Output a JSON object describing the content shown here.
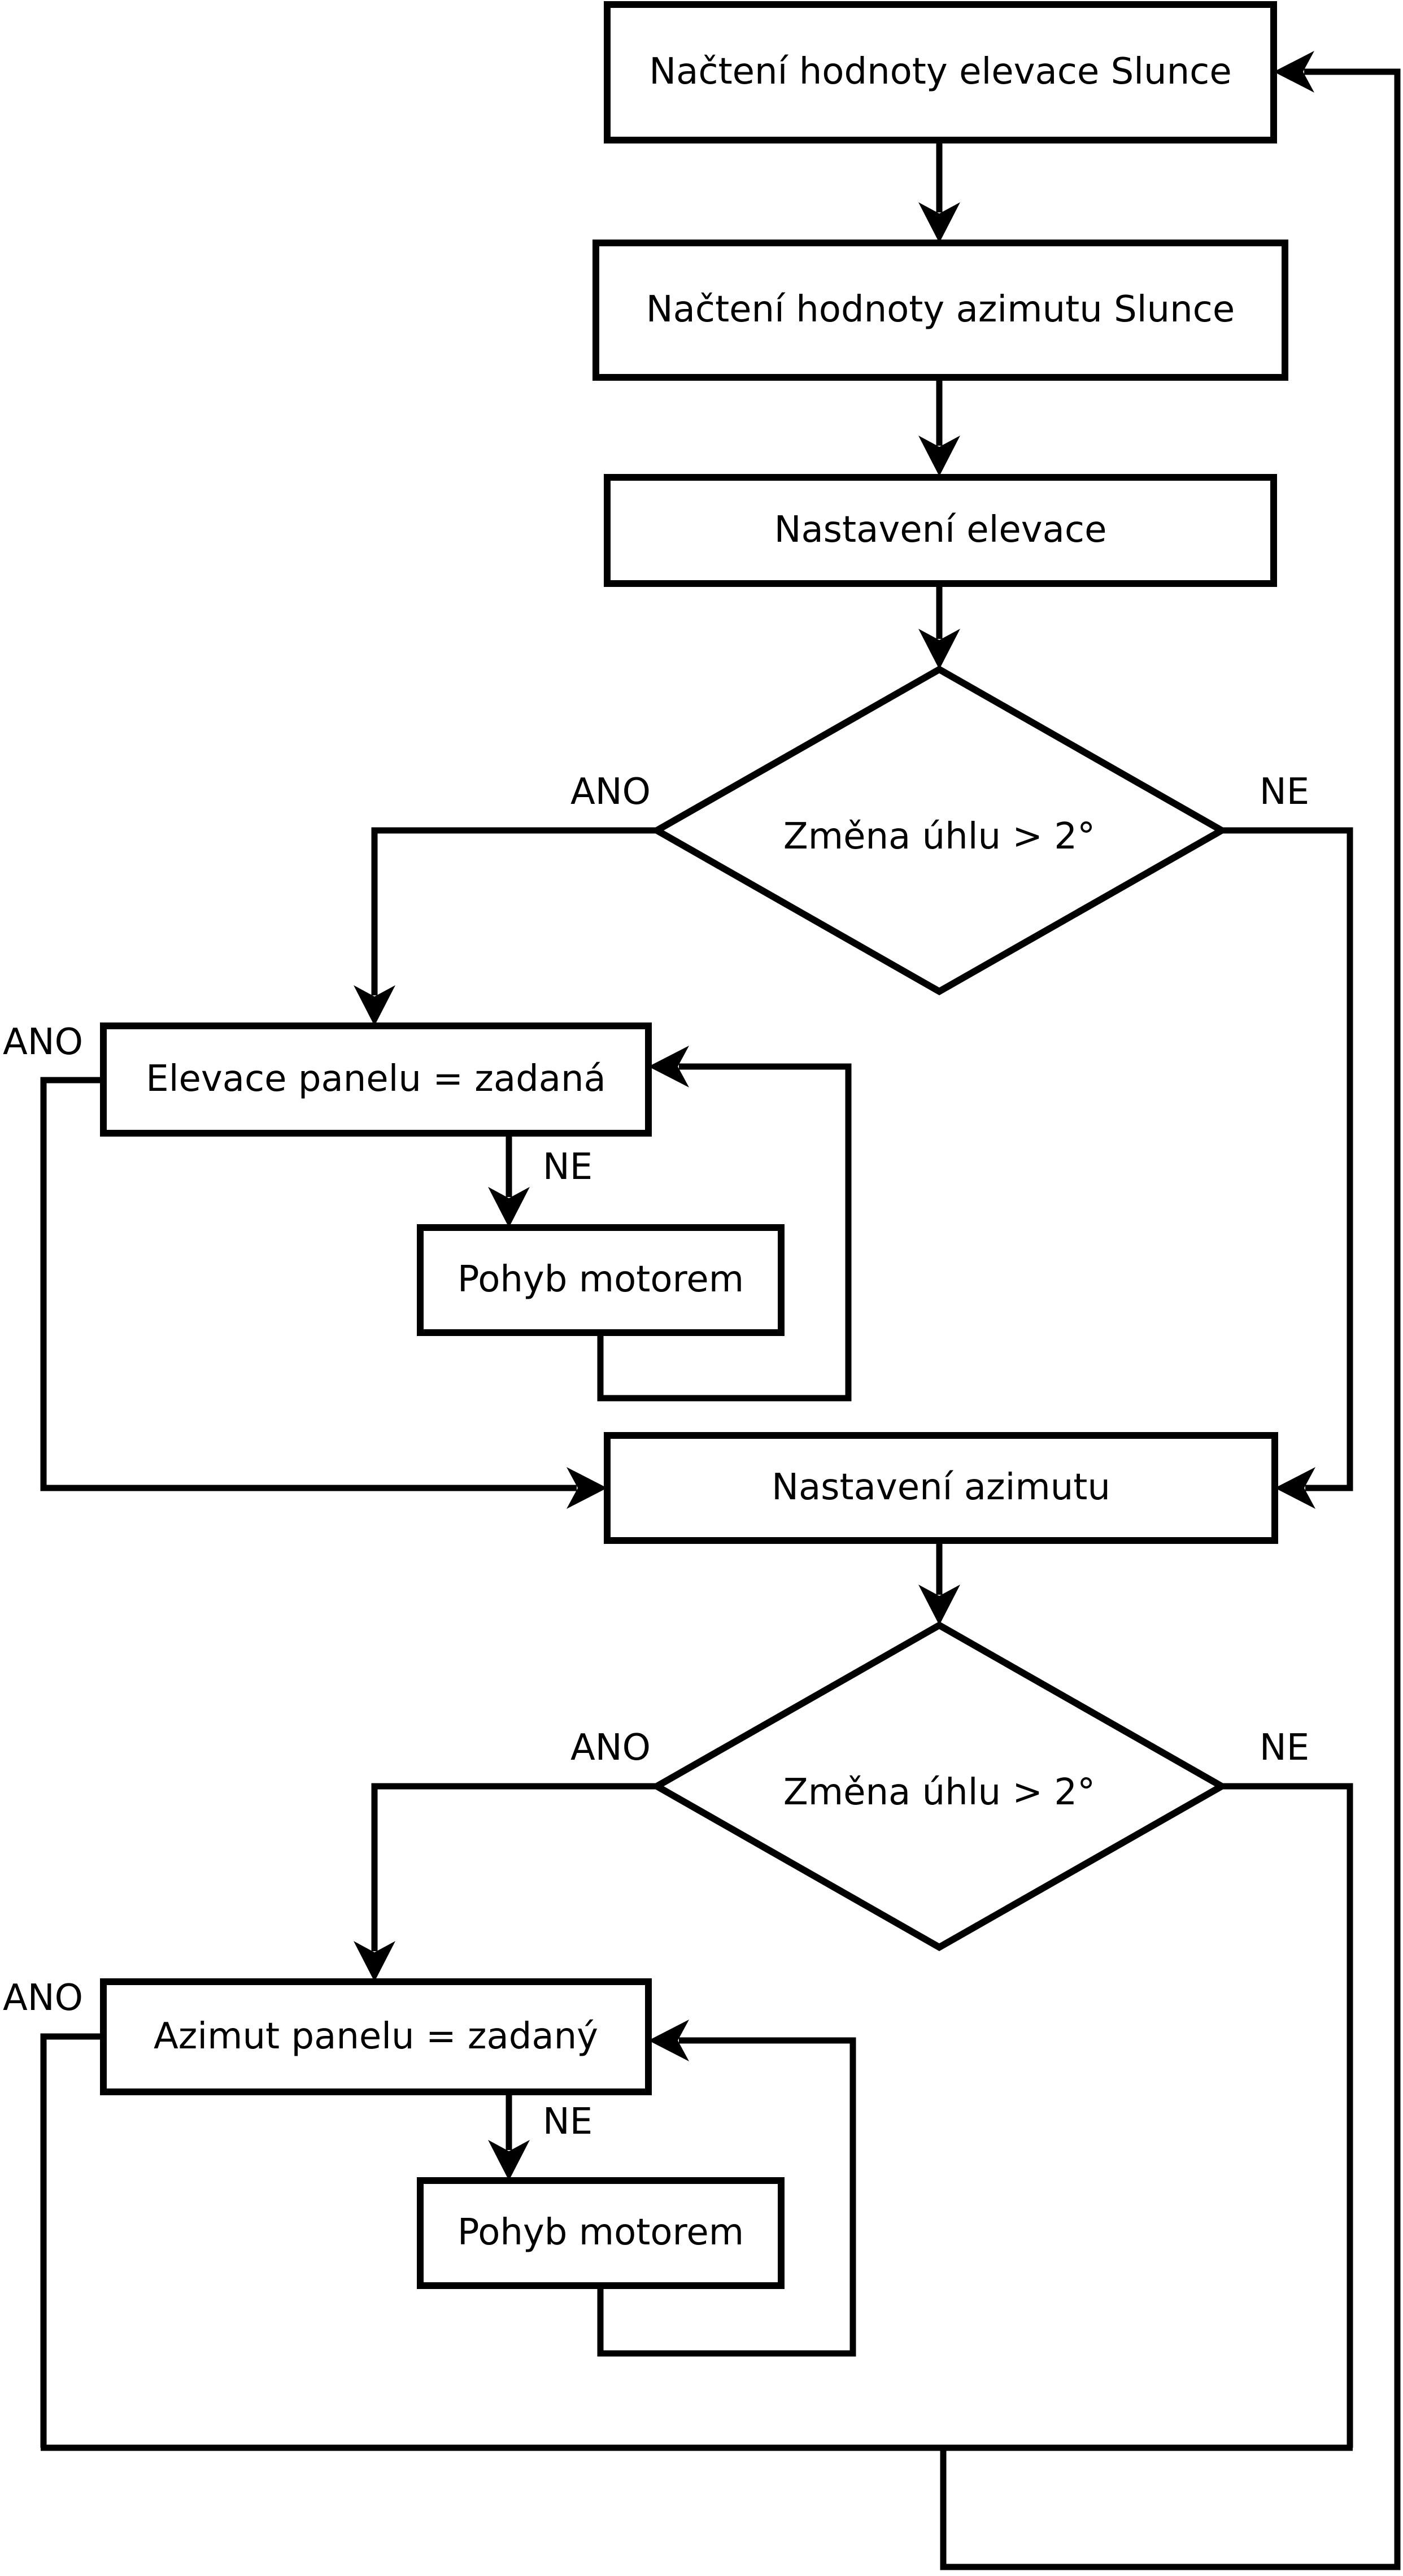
{
  "flowchart": {
    "background_color": "#ffffff",
    "stroke_color": "#000000",
    "nodes": {
      "read_elevation": "Načtení hodnoty elevace Slunce",
      "read_azimuth": "Načtení hodnoty azimutu Slunce",
      "set_elevation": "Nastavení elevace",
      "decision_elevation": "Změna úhlu > 2°",
      "elevation_panel_equal": "Elevace panelu = zadaná",
      "motor_move_elevation": "Pohyb motorem",
      "set_azimuth": "Nastavení azimutu",
      "decision_azimuth": "Změna úhlu > 2°",
      "azimuth_panel_equal": "Azimut panelu = zadaný",
      "motor_move_azimuth": "Pohyb motorem"
    },
    "edge_labels": {
      "decision_elevation_yes": "ANO",
      "decision_elevation_no": "NE",
      "elevation_panel_yes": "ANO",
      "elevation_panel_no": "NE",
      "decision_azimuth_yes": "ANO",
      "decision_azimuth_no": "NE",
      "azimuth_panel_yes": "ANO",
      "azimuth_panel_no": "NE"
    }
  }
}
